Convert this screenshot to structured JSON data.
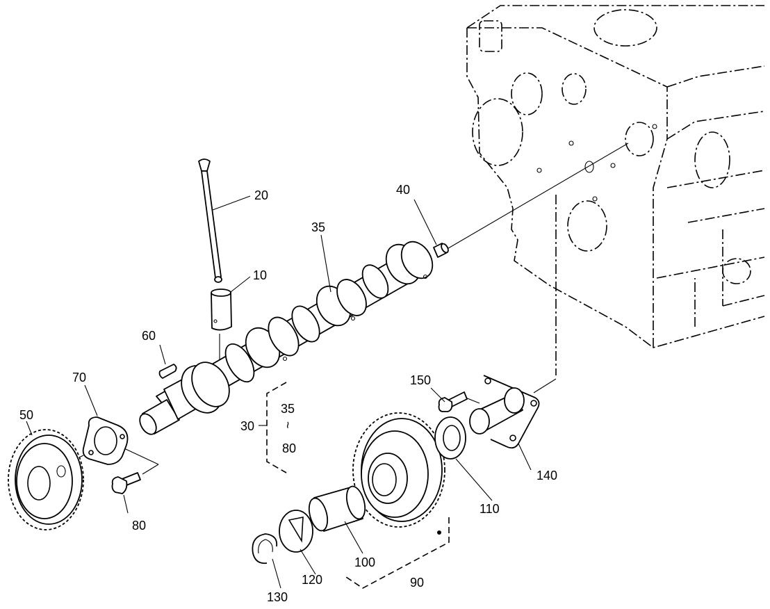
{
  "diagram": {
    "callouts": {
      "c10": "10",
      "c20": "20",
      "c30": "30",
      "c35": "35",
      "c40": "40",
      "c50": "50",
      "c60": "60",
      "c70": "70",
      "c80": "80",
      "c90": "90",
      "c100": "100",
      "c110": "110",
      "c120": "120",
      "c130": "130",
      "c140": "140",
      "c150": "150",
      "range_from": "35",
      "range_tilde": "~",
      "range_to": "80"
    }
  }
}
